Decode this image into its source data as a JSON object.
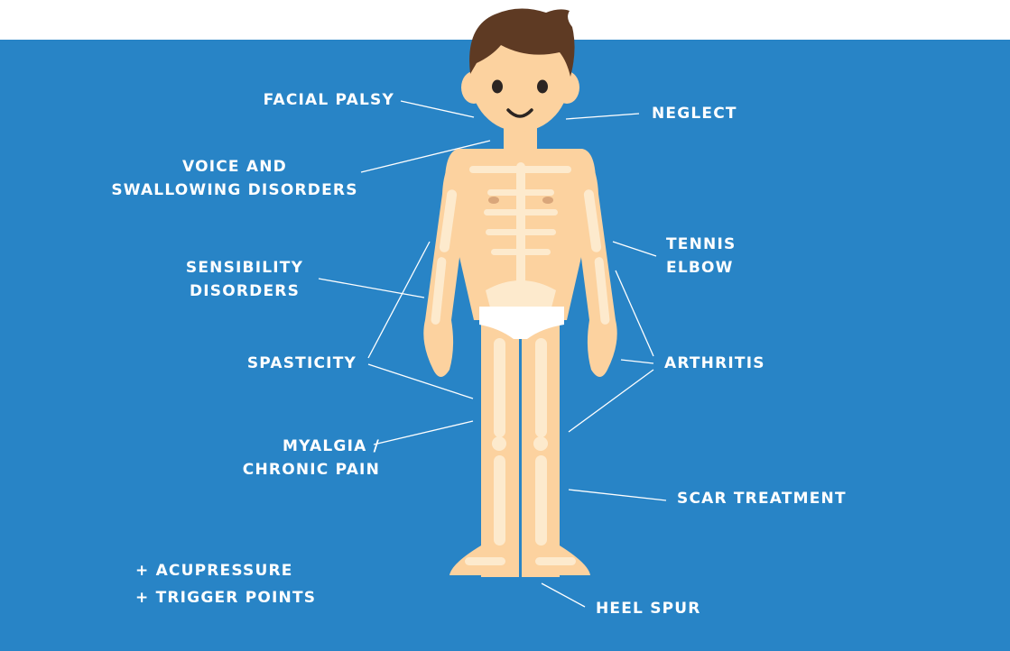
{
  "diagram": {
    "labels": {
      "facial_palsy": "FACIAL PALSY",
      "neglect": "NEGLECT",
      "voice_swallowing": "VOICE AND\nSWALLOWING DISORDERS",
      "tennis_elbow": "TENNIS\nELBOW",
      "sensibility": "SENSIBILITY\nDISORDERS",
      "spasticity": "SPASTICITY",
      "arthritis": "ARTHRITIS",
      "myalgia": "MYALGIA /\nCHRONIC PAIN",
      "scar_treatment": "SCAR TREATMENT",
      "heel_spur": "HEEL SPUR"
    },
    "extras": [
      "+ ACUPRESSURE",
      "+ TRIGGER POINTS"
    ],
    "colors": {
      "background": "#2884c6",
      "skin": "#fcd29f",
      "bone": "#fdeacd",
      "hair": "#5e3a23",
      "brief": "#ffffff"
    }
  }
}
